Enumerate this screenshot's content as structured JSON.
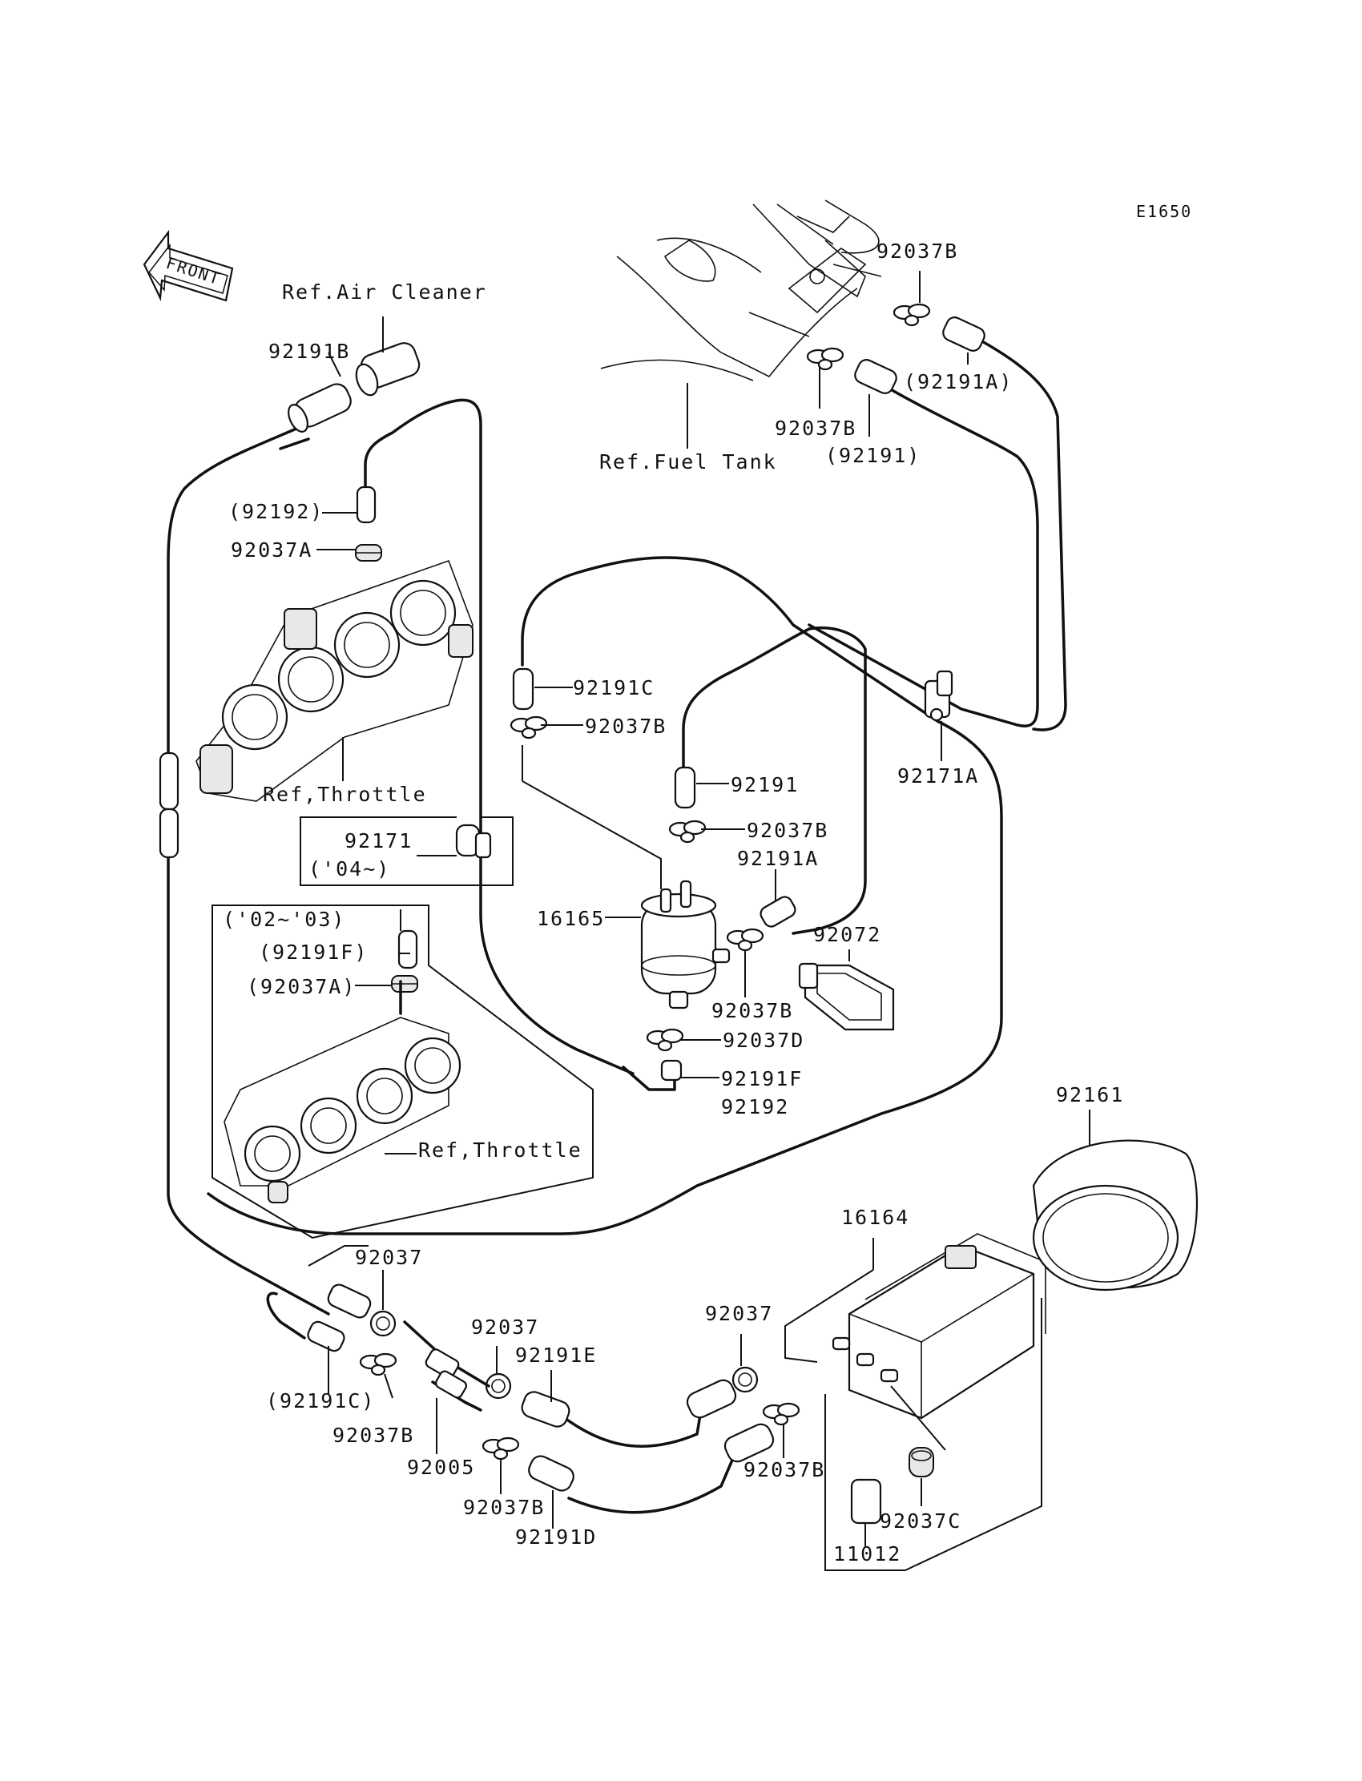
{
  "diagram_code": "E1650",
  "front_arrow_text": "FRONT",
  "labels": {
    "ref_air_cleaner": "Ref.Air Cleaner",
    "ref_fuel_tank": "Ref.Fuel Tank",
    "ref_throttle_upper": "Ref,Throttle",
    "ref_throttle_lower": "Ref,Throttle",
    "p92191B": "92191B",
    "p92192_paren": "(92192)",
    "p92037A": "92037A",
    "p92037B_top": "92037B",
    "p92191A_paren": "(92191A)",
    "p92037B_tank": "92037B",
    "p92191_paren": "(92191)",
    "p92191C": "92191C",
    "p92037B_mid1": "92037B",
    "p92191": "92191",
    "p92037B_mid2": "92037B",
    "p92191A": "92191A",
    "p92171A": "92171A",
    "p92171": "92171",
    "variant_04": "('04~)",
    "variant_02_03": "('02~'03)",
    "p92191F_paren": "(92191F)",
    "p92037A_paren": "(92037A)",
    "p16165": "16165",
    "p92072": "92072",
    "p92037B_filter": "92037B",
    "p92037D": "92037D",
    "p92191F": "92191F",
    "p92192": "92192",
    "p92161": "92161",
    "p16164": "16164",
    "p92037_left": "92037",
    "p92037_mid": "92037",
    "p92191E": "92191E",
    "p92037_right": "92037",
    "p92191C_paren": "(92191C)",
    "p92037B_bl": "92037B",
    "p92005": "92005",
    "p92037B_bm": "92037B",
    "p92191D": "92191D",
    "p92037B_br": "92037B",
    "p92037C": "92037C",
    "p11012": "11012"
  }
}
